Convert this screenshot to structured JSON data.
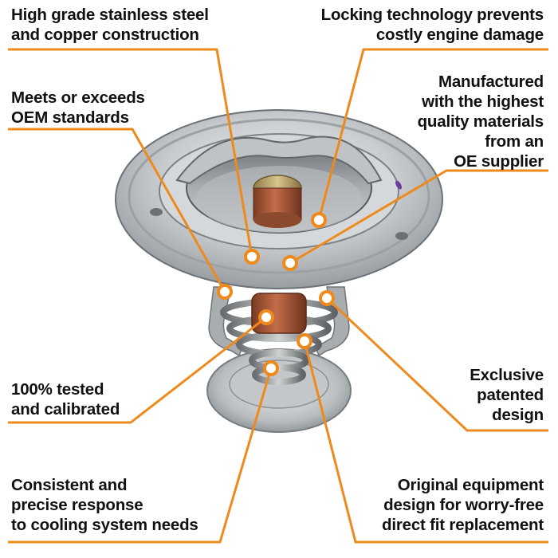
{
  "product_image": {
    "alt": "Automotive engine thermostat"
  },
  "accent_color": "#ee8a1c",
  "callouts": [
    {
      "id": "stainless-copper",
      "lines": [
        "High grade stainless steel",
        "and copper construction"
      ]
    },
    {
      "id": "locking-technology",
      "lines": [
        "Locking technology prevents",
        "costly engine damage"
      ]
    },
    {
      "id": "oem-standards",
      "lines": [
        "Meets or exceeds",
        "OEM standards"
      ]
    },
    {
      "id": "quality-materials",
      "lines": [
        "Manufactured",
        "with the highest",
        "quality materials",
        "from an",
        "OE supplier"
      ]
    },
    {
      "id": "tested-calibrated",
      "lines": [
        "100% tested",
        "and calibrated"
      ]
    },
    {
      "id": "patented-design",
      "lines": [
        "Exclusive",
        "patented",
        "design"
      ]
    },
    {
      "id": "precise-response",
      "lines": [
        "Consistent and",
        "precise response",
        "to cooling system needs"
      ]
    },
    {
      "id": "direct-fit",
      "lines": [
        "Original equipment",
        "design for worry-free",
        "direct fit replacement"
      ]
    }
  ]
}
